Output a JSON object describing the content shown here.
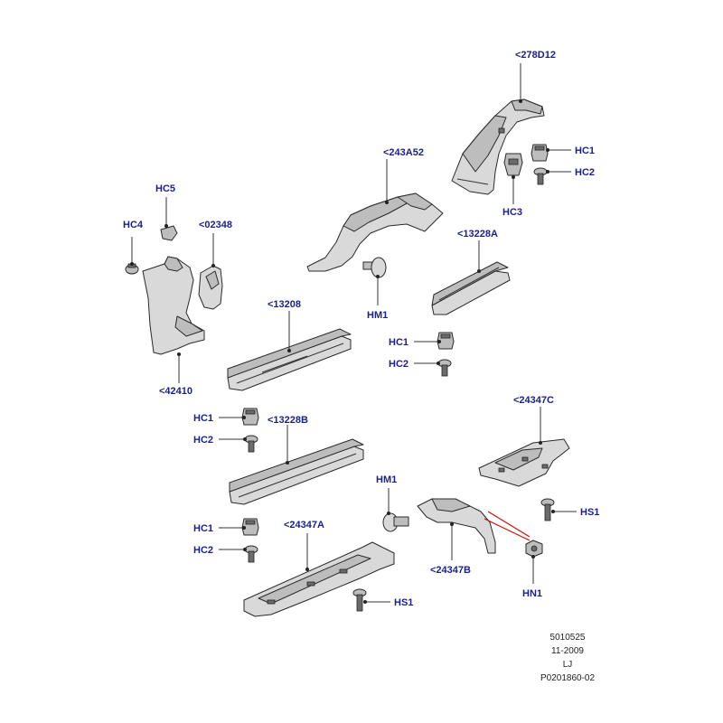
{
  "labels": {
    "l_278D12": "<278D12",
    "l_HC1_top": "HC1",
    "l_HC2_top": "HC2",
    "l_HC3": "HC3",
    "l_243A52": "<243A52",
    "l_HC5": "HC5",
    "l_HC4": "HC4",
    "l_02348": "<02348",
    "l_13228A": "<13228A",
    "l_HM1_top": "HM1",
    "l_13208": "<13208",
    "l_42410": "<42410",
    "l_HC1_mid": "HC1",
    "l_HC2_mid": "HC2",
    "l_HC1_left": "HC1",
    "l_HC2_left": "HC2",
    "l_13228B": "<13228B",
    "l_24347C": "<24347C",
    "l_HM1_bot": "HM1",
    "l_HS1_right": "HS1",
    "l_HC1_bot": "HC1",
    "l_HC2_bot": "HC2",
    "l_24347A": "<24347A",
    "l_24347B": "<24347B",
    "l_HN1": "HN1",
    "l_HS1_bot": "HS1"
  },
  "meta": {
    "line1": "5010525",
    "line2": "11-2009",
    "line3": "LJ",
    "line4": "P0201860-02"
  },
  "colors": {
    "label": "#1a1f8c",
    "callout_red": "#cc1111"
  }
}
